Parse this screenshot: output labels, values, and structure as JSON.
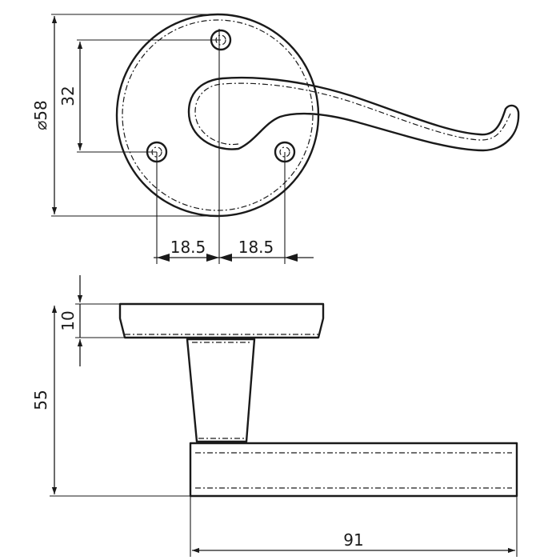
{
  "dimensions": {
    "rose_diameter": "⌀58",
    "screw_spacing_vertical": "32",
    "screw_offset_left": "18.5",
    "screw_offset_right": "18.5",
    "rose_thickness": "10",
    "projection": "55",
    "lever_length": "91"
  },
  "colors": {
    "line": "#1a1a1a",
    "background": "#ffffff"
  }
}
